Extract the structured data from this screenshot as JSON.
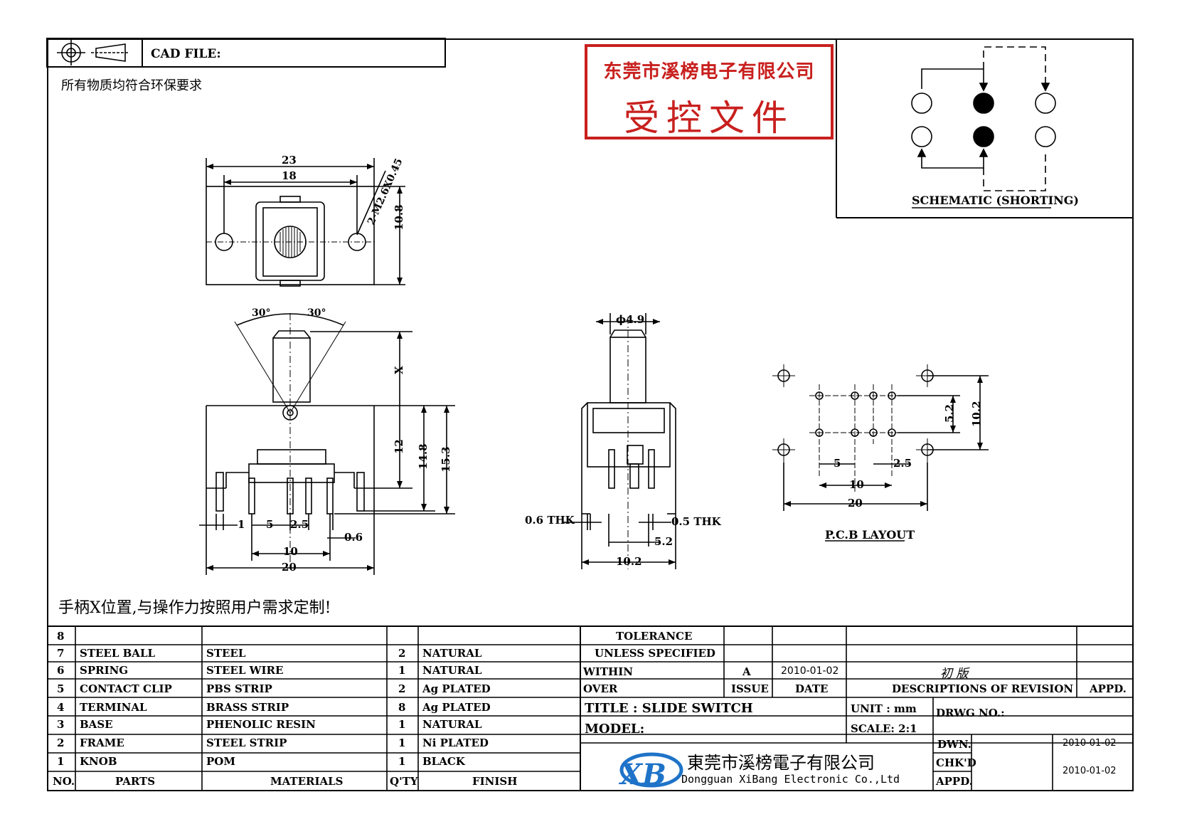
{
  "header": {
    "cad_file_label": "CAD FILE:",
    "compliance_note": "所有物质均符合环保要求"
  },
  "stamp": {
    "company": "东莞市溪榜电子有限公司",
    "text": "受控文件"
  },
  "schematic": {
    "label": "SCHEMATIC (SHORTING)"
  },
  "top_view": {
    "dims": {
      "overall": "23",
      "hole_pitch": "18",
      "height": "10.8",
      "screw": "2-M2.6X0.45"
    }
  },
  "side_view": {
    "dims": {
      "angle_left": "30°",
      "angle_right": "30°",
      "lever": "X",
      "d12": "12",
      "d148": "14.8",
      "d153": "15.3",
      "d1": "1",
      "d5": "5",
      "d25": "2.5",
      "d06": "0.6",
      "d10": "10",
      "d20": "20"
    }
  },
  "end_view": {
    "dims": {
      "dia": "ϕ4.9",
      "thk_left": "0.6 THK",
      "thk_right": "0.5 THK",
      "d52": "5.2",
      "d102": "10.2"
    }
  },
  "pcb": {
    "label": "P.C.B LAYOUT",
    "dims": {
      "d52": "5.2",
      "d102": "10.2",
      "d5": "5",
      "d25": "2.5",
      "d10": "10",
      "d20": "20"
    }
  },
  "note": "手柄X位置,与操作力按照用户需求定制!",
  "bom": {
    "rows": [
      {
        "no": "8",
        "part": "",
        "material": "",
        "qty": "",
        "finish": ""
      },
      {
        "no": "7",
        "part": "STEEL BALL",
        "material": "STEEL",
        "qty": "2",
        "finish": "NATURAL"
      },
      {
        "no": "6",
        "part": "SPRING",
        "material": "STEEL WIRE",
        "qty": "1",
        "finish": "NATURAL"
      },
      {
        "no": "5",
        "part": "CONTACT CLIP",
        "material": "PBS STRIP",
        "qty": "2",
        "finish": "Ag PLATED"
      },
      {
        "no": "4",
        "part": "TERMINAL",
        "material": "BRASS STRIP",
        "qty": "8",
        "finish": "Ag PLATED"
      },
      {
        "no": "3",
        "part": "BASE",
        "material": "PHENOLIC RESIN",
        "qty": "1",
        "finish": "NATURAL"
      },
      {
        "no": "2",
        "part": "FRAME",
        "material": "STEEL STRIP",
        "qty": "1",
        "finish": "Ni PLATED"
      },
      {
        "no": "1",
        "part": "KNOB",
        "material": "POM",
        "qty": "1",
        "finish": "BLACK"
      }
    ],
    "headers": {
      "no": "NO.",
      "part": "PARTS",
      "material": "MATERIALS",
      "qty": "Q'TY",
      "finish": "FINISH"
    }
  },
  "title_block": {
    "tolerance": "TOLERANCE",
    "unless": "UNLESS   SPECIFIED",
    "within": "WITHIN",
    "over": "OVER",
    "rev_issue": "A",
    "rev_date": "2010-01-02",
    "rev_desc": "初  版",
    "issue_label": "ISSUE",
    "date_label": "DATE",
    "desc_label": "DESCRIPTIONS OF REVISION",
    "appd_label": "APPD.",
    "title": "TITLE : SLIDE SWITCH",
    "model": "MODEL:",
    "unit": "UNIT :   mm",
    "scale": "SCALE:   2:1",
    "dwg_no": "DRWG NO.:",
    "dwn": "DWN.",
    "chkd": "CHK'D",
    "appd": "APPD.",
    "dwn_date": "2010-01-02",
    "chkd_date": "2010-01-02",
    "company_cn": "東莞市溪榜電子有限公司",
    "company_en": "Dongguan XiBang Electronic Co.,Ltd"
  }
}
